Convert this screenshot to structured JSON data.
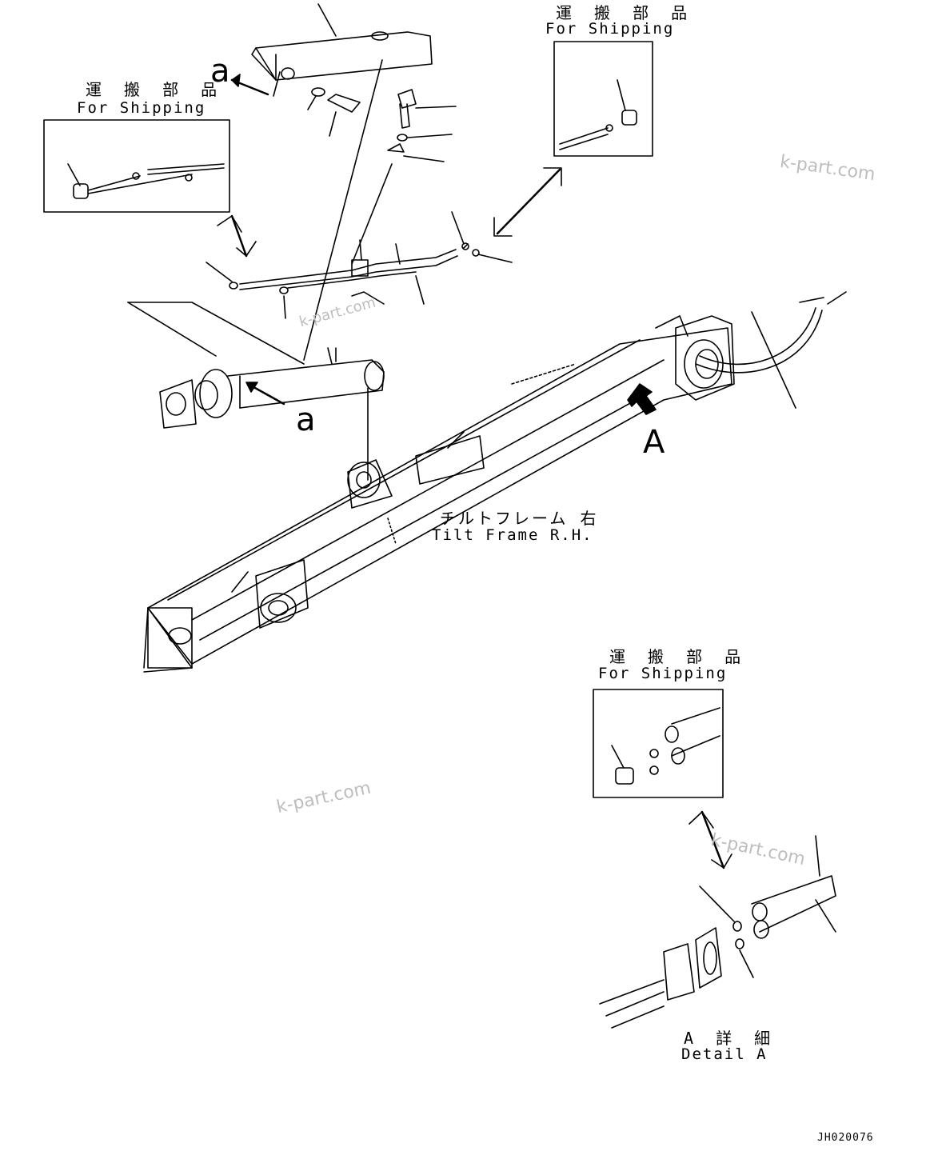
{
  "labels": {
    "shipping_jp": "運 搬 部 品",
    "shipping_en": "For Shipping",
    "tilt_frame_jp": "チルトフレーム 右",
    "tilt_frame_en": "Tilt Frame R.H.",
    "detail_jp": "A 詳 細",
    "detail_en": "Detail A",
    "view_a": "A",
    "callout_a": "a",
    "drawing_code": "JH020076"
  },
  "watermark": "k-part.com",
  "colors": {
    "line": "#000000",
    "watermark": "#bdbdbd",
    "background": "#ffffff"
  }
}
